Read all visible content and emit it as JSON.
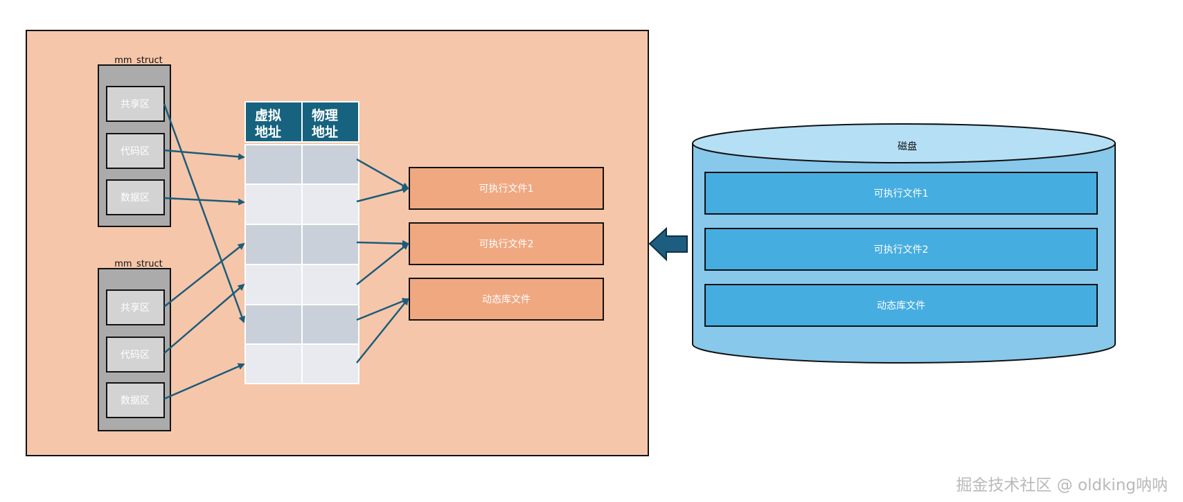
{
  "mm_struct_1": {
    "title": "mm_struct",
    "regions": [
      "共享区",
      "代码区",
      "数据区"
    ]
  },
  "mm_struct_2": {
    "title": "mm_struct",
    "regions": [
      "共享区",
      "代码区",
      "数据区"
    ]
  },
  "page_table": {
    "col_virtual_line1": "虚拟",
    "col_virtual_line2": "地址",
    "col_physical_line1": "物理",
    "col_physical_line2": "地址",
    "row_count": 6
  },
  "memory_files": [
    "可执行文件1",
    "可执行文件2",
    "动态库文件"
  ],
  "disk": {
    "label": "磁盘",
    "files": [
      "可执行文件1",
      "可执行文件2",
      "动态库文件"
    ]
  },
  "watermark": "掘金技术社区 @ oldking呐呐",
  "colors": {
    "memory_bg": "#f5c6aa",
    "mm_struct_bg": "#ababab",
    "region_bg": "#d3d3d3",
    "table_header": "#17637f",
    "row_dark": "#c9d0d9",
    "row_light": "#e8eaef",
    "memory_file": "#f0a881",
    "disk_body": "#88c8ea",
    "disk_top": "#b5dff4",
    "disk_file": "#46ade0",
    "arrow": "#1c5b7a"
  }
}
